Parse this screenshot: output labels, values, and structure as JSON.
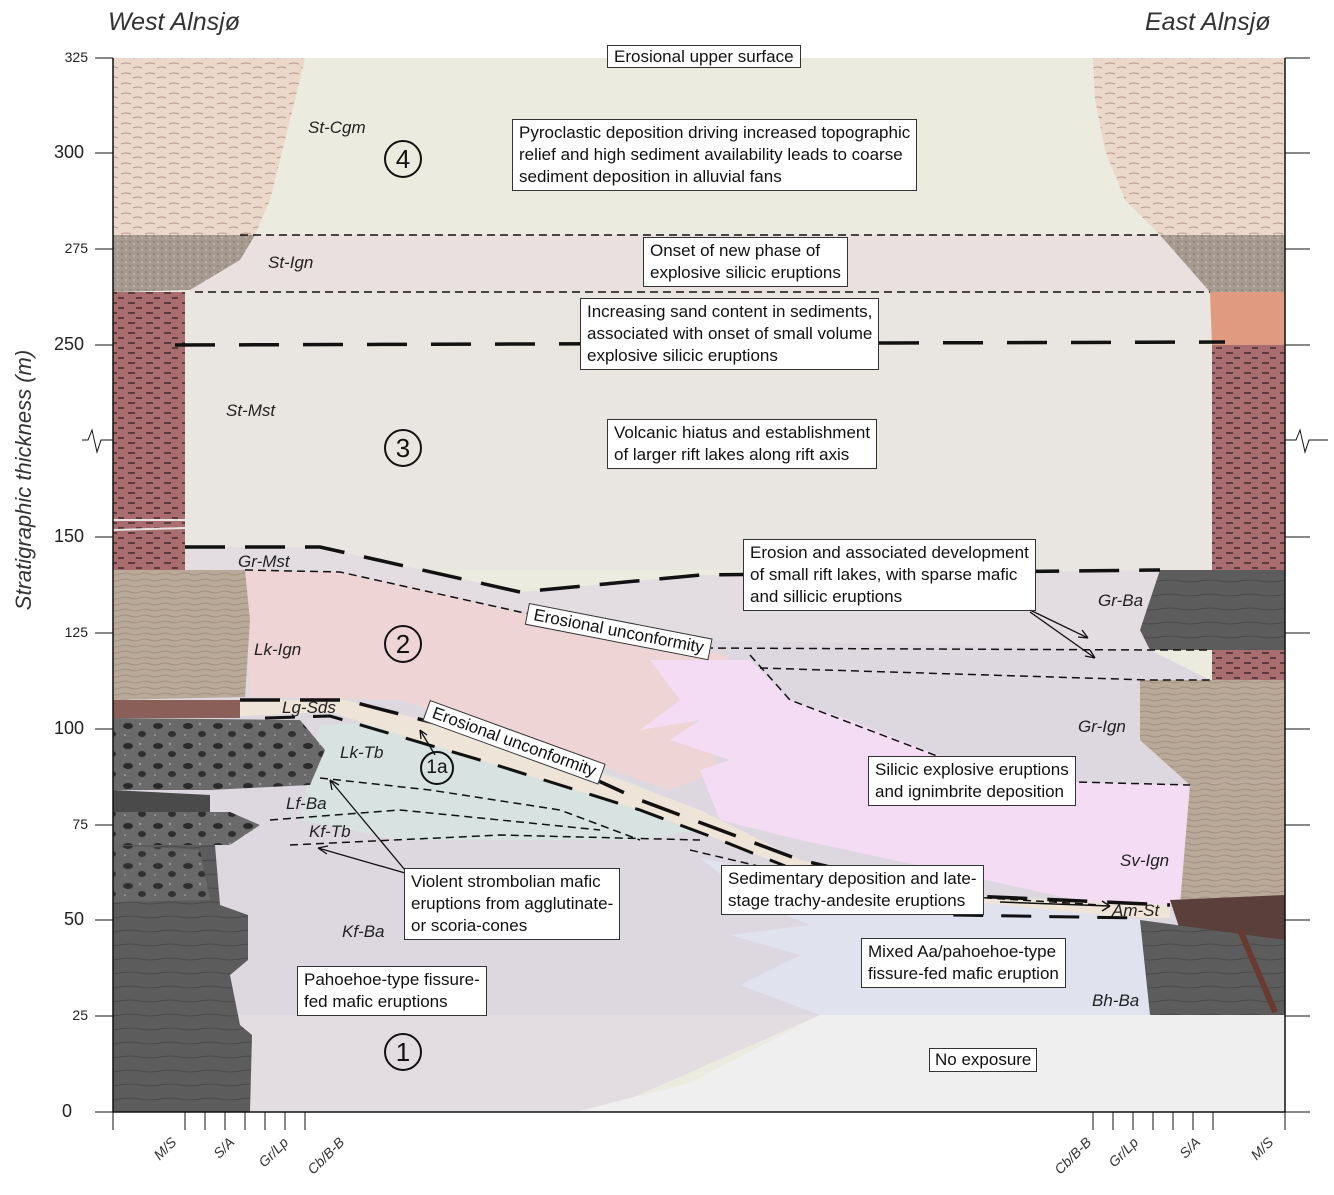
{
  "titles": {
    "west": "West Alnsjø",
    "east": "East Alnsjø"
  },
  "axis": {
    "ylabel": "Stratigraphic thickness (m)",
    "ticks": [
      "325",
      "300",
      "275",
      "250",
      "150",
      "125",
      "100",
      "75",
      "50",
      "25",
      "0"
    ]
  },
  "units": {
    "st_cgm": "St-Cgm",
    "st_ign": "St-Ign",
    "st_mst": "St-Mst",
    "gr_mst": "Gr-Mst",
    "lk_ign": "Lk-Ign",
    "lg_sds": "Lg-Sds",
    "lk_tb": "Lk-Tb",
    "lf_ba": "Lf-Ba",
    "kf_tb": "Kf-Tb",
    "kf_ba": "Kf-Ba",
    "gr_ba": "Gr-Ba",
    "gr_ign": "Gr-Ign",
    "sv_ign": "Sv-Ign",
    "am_st": "Am-St",
    "bh_ba": "Bh-Ba"
  },
  "phases": {
    "p4": "4",
    "p3": "3",
    "p2": "2",
    "p1a": "1a",
    "p1": "1"
  },
  "annotations": {
    "erosional_upper": "Erosional upper surface",
    "pyroclastic": [
      "Pyroclastic deposition driving increased topographic",
      "relief and high sediment availability leads to coarse",
      "sediment deposition in alluvial fans"
    ],
    "onset": [
      "Onset of new phase of",
      "explosive silicic eruptions"
    ],
    "sand": [
      "Increasing sand content in sediments,",
      "associated with onset of small volume",
      "explosive silicic eruptions"
    ],
    "hiatus": [
      "Volcanic hiatus and establishment",
      "of larger rift lakes along rift axis"
    ],
    "erosion_lakes": [
      "Erosion and associated development",
      "of small rift lakes, with sparse mafic",
      "and sillicic eruptions"
    ],
    "unconf1": "Erosional unconformity",
    "unconf2": "Erosional unconformity",
    "silicic": [
      "Silicic explosive eruptions",
      "and ignimbrite deposition"
    ],
    "strombolian": [
      "Violent strombolian mafic",
      "eruptions from agglutinate-",
      "or scoria-cones"
    ],
    "sedimentary": [
      "Sedimentary deposition and late-",
      "stage trachy-andesite eruptions"
    ],
    "pahoehoe": [
      "Pahoehoe-type fissure-",
      "fed mafic eruptions"
    ],
    "mixed": [
      "Mixed Aa/pahoehoe-type",
      "fissure-fed mafic eruption"
    ],
    "no_exposure": "No exposure"
  },
  "xaxis": {
    "west": [
      "M/S",
      "S/A",
      "Gr/Lp",
      "Cb/B-B"
    ],
    "east": [
      "Cb/B-B",
      "Gr/Lp",
      "S/A",
      "M/S"
    ]
  },
  "colors": {
    "upper_fan": "#ecebdf",
    "st_ign_band": "#eae0e0",
    "lake": "#e9e6e1",
    "gr_mst": "#e5dfe1",
    "lk_ign": "#efd4d5",
    "silicic": "#f4dcf4",
    "lk_tb": "#d8e2e0",
    "lg_sds": "#efe4d8",
    "mafic": "#ddd8e0",
    "mixed": "#e0e2ee",
    "no_exposure": "#efefef",
    "conglomerate": "#ecd7cb",
    "mudstone": "#a96d70",
    "basalt": "#5a5a5a",
    "ign_col": "#bba99a"
  }
}
